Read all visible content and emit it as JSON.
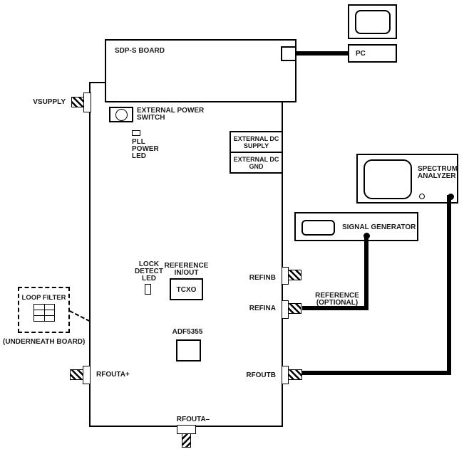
{
  "colors": {
    "ink": "#000000",
    "text": "#1a1a1a",
    "cable": "#000000",
    "background": "#ffffff"
  },
  "sdp_board": {
    "label": "SDP-S BOARD"
  },
  "pc": {
    "label": "PC"
  },
  "eval_board": {
    "vsupply": "VSUPPLY",
    "external_power_switch": {
      "line1": "EXTERNAL POWER",
      "line2": "SWITCH"
    },
    "pll_power_led": {
      "line1": "PLL",
      "line2": "POWER",
      "line3": "LED"
    },
    "external_dc_supply": {
      "line1": "EXTERNAL DC",
      "line2": "SUPPLY"
    },
    "external_dc_gnd": {
      "line1": "EXTERNAL DC",
      "line2": "GND"
    },
    "lock_detect_led": {
      "line1": "LOCK",
      "line2": "DETECT",
      "line3": "LED"
    },
    "reference_in_out": {
      "line1": "REFERENCE",
      "line2": "IN/OUT"
    },
    "tcxo": "TCXO",
    "adf5355": "ADF5355",
    "refinb": "REFINB",
    "refina": "REFINA",
    "rfouta_plus": "RFOUTA+",
    "rfoutb": "RFOUTB",
    "rfouta_minus": "RFOUTA–"
  },
  "instruments": {
    "spectrum_analyzer": {
      "line1": "SPECTRUM",
      "line2": "ANALYZER"
    },
    "signal_generator": {
      "label": "SIGNAL GENERATOR"
    }
  },
  "annotations": {
    "reference_optional": {
      "line1": "REFERENCE",
      "line2": "(OPTIONAL)"
    },
    "loop_filter": {
      "label": "LOOP FILTER",
      "note": "(UNDERNEATH BOARD)"
    }
  },
  "connections": [
    {
      "from": "SDP-S BOARD",
      "to": "PC"
    },
    {
      "from": "SIGNAL GENERATOR",
      "to": "REFINA",
      "label": "REFERENCE (OPTIONAL)"
    },
    {
      "from": "SPECTRUM ANALYZER",
      "to": "RFOUTB"
    }
  ]
}
